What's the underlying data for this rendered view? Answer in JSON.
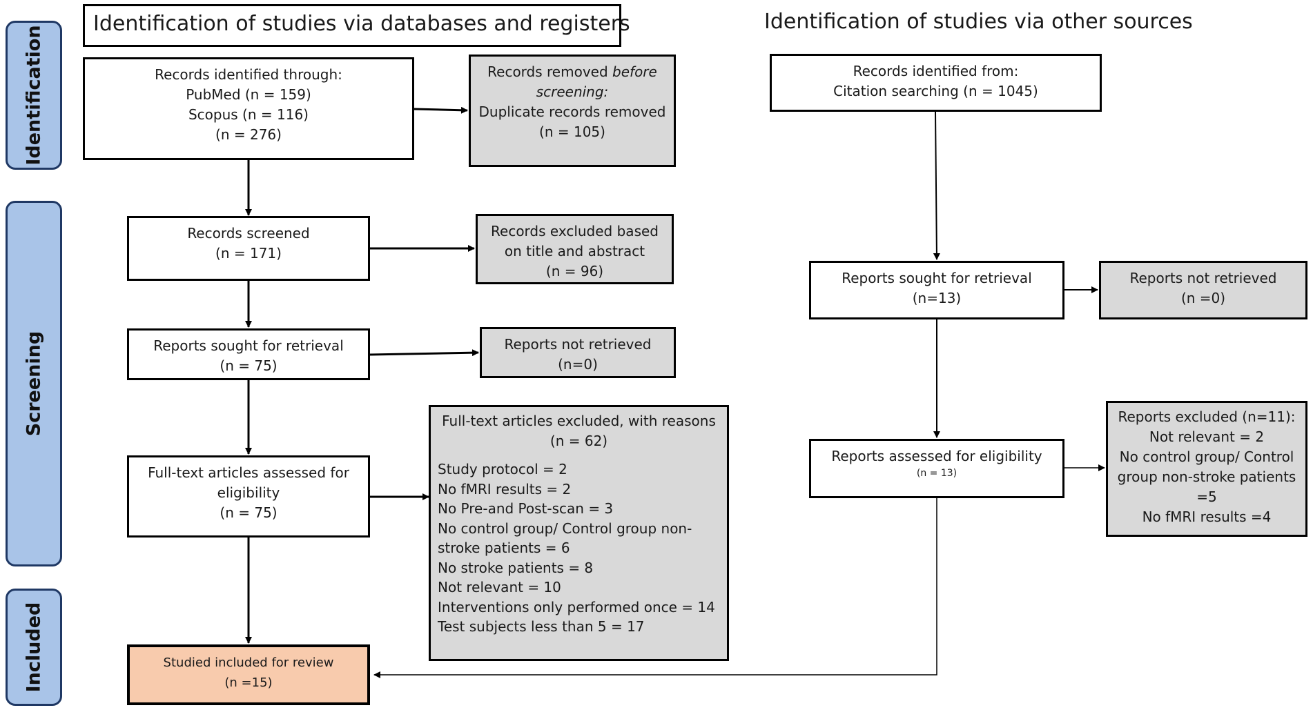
{
  "titles": {
    "databases": "Identification of studies via databases and registers",
    "other": "Identification of studies via other sources"
  },
  "phases": {
    "identification": "Identification",
    "screening": "Screening",
    "included": "Included"
  },
  "left": {
    "identified": [
      "Records identified through:",
      "PubMed  (n = 159)",
      "Scopus  (n = 116)",
      "(n = 276)"
    ],
    "removed": {
      "prefix": "Records removed",
      "italic1": "before",
      "italic2": "screening:",
      "line3": "Duplicate records removed",
      "line4": "(n = 105)"
    },
    "screened": [
      "Records screened",
      "(n = 171)"
    ],
    "excluded": [
      "Records excluded based",
      "on title and abstract",
      "(n = 96)"
    ],
    "sought": [
      "Reports sought for retrieval",
      "(n = 75)"
    ],
    "not_retrieved": [
      "Reports not retrieved",
      "(n=0)"
    ],
    "assessed": [
      "Full-text articles assessed for",
      "eligibility",
      "(n = 75)"
    ],
    "fulltext_excluded": {
      "header": [
        "Full-text articles excluded, with reasons",
        "(n = 62)"
      ],
      "reasons": [
        "Study  protocol  = 2",
        "No  fMRI results = 2",
        "No  Pre-and  Post-scan = 3",
        "No control group/  Control group non-",
        "stroke  patients = 6",
        "No  stroke patients = 8",
        "Not  relevant = 10",
        "Interventions  only performed   once = 14",
        "Test subjects less than 5 = 17"
      ]
    },
    "included": [
      "Studied included for review",
      "(n =15)"
    ]
  },
  "right": {
    "identified": [
      "Records identified from:",
      "Citation searching (n = 1045)"
    ],
    "sought": [
      "Reports sought for retrieval",
      "(n=13)"
    ],
    "not_retrieved": [
      "Reports not retrieved",
      "(n =0)"
    ],
    "assessed": [
      "Reports assessed for eligibility",
      "(n = 13)"
    ],
    "excluded": [
      "Reports excluded (n=11):",
      "Not  relevant = 2",
      "No control group/  Control",
      "group non-stroke patients",
      "=5",
      "No  fMRI results =4"
    ]
  }
}
